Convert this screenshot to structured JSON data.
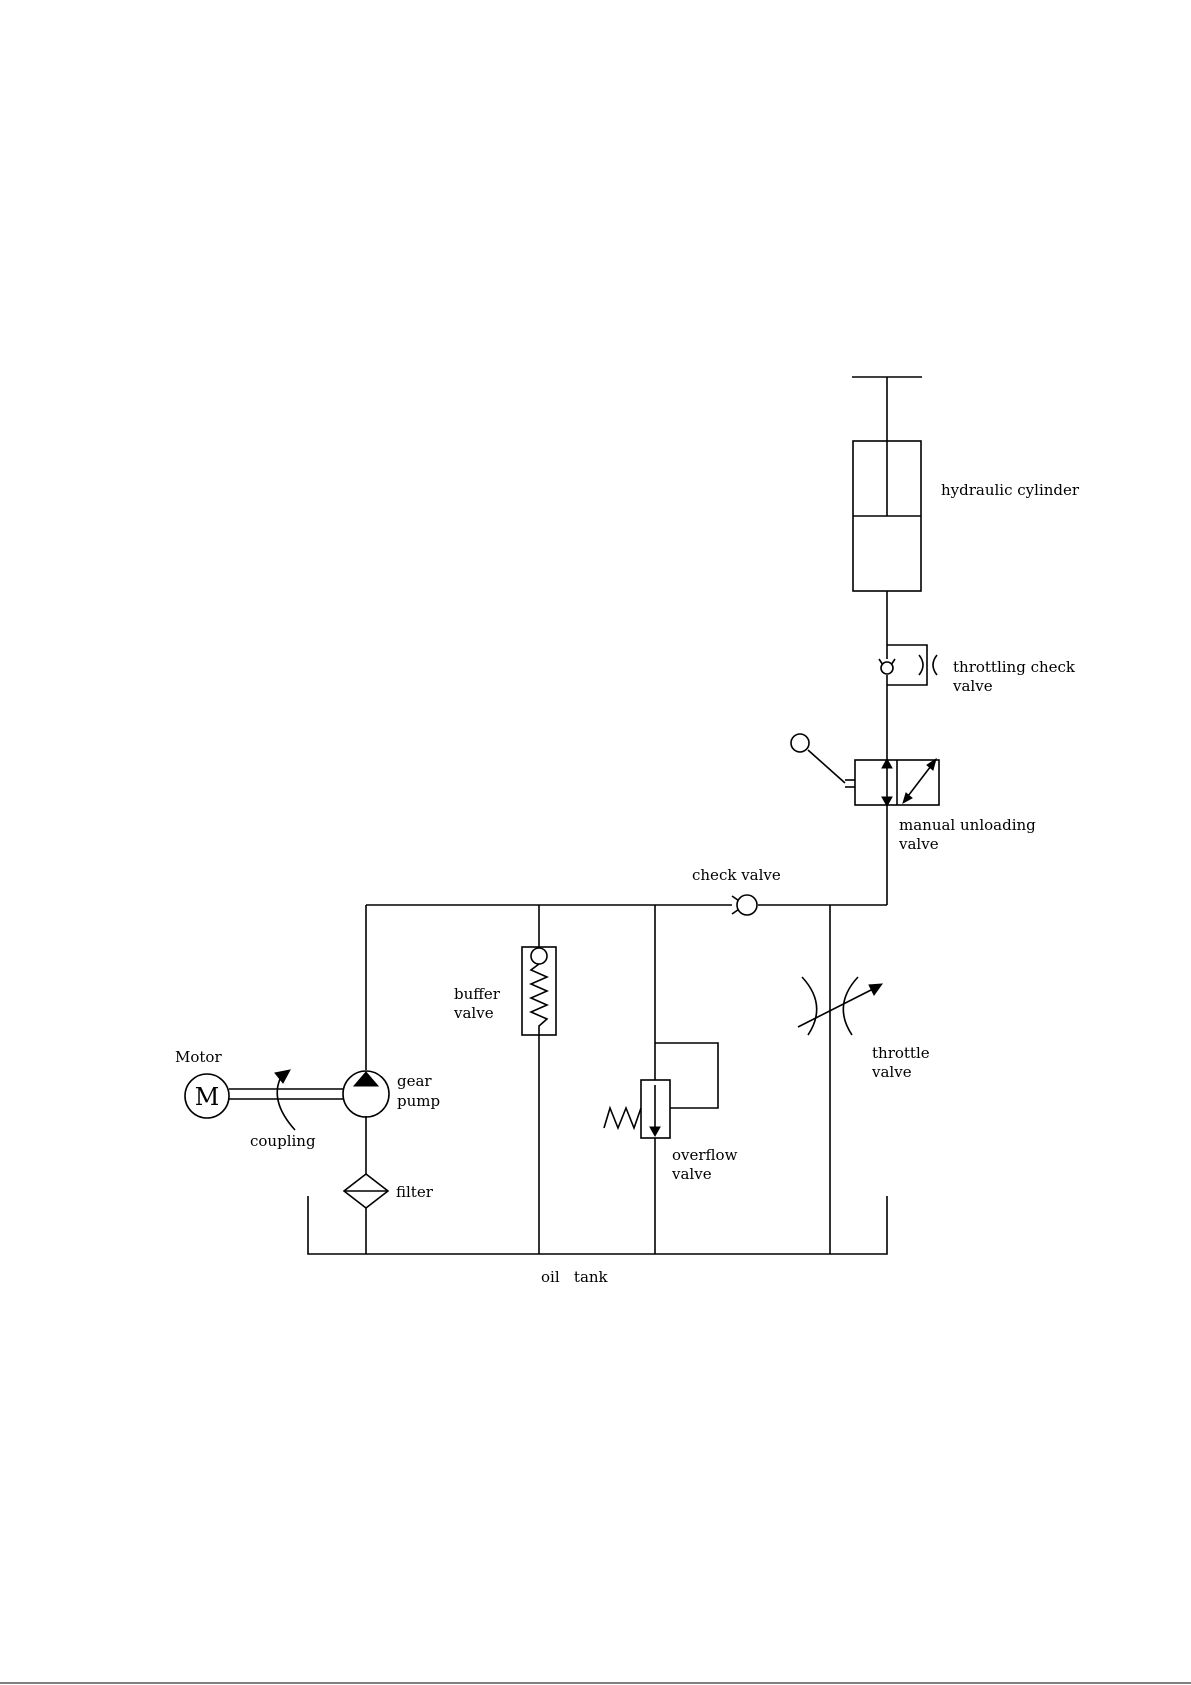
{
  "diagram": {
    "title": "",
    "labels": {
      "hydraulic_cylinder": "hydraulic cylinder",
      "throttling_check_valve_1": "throttling check",
      "throttling_check_valve_2": "valve",
      "manual_unloading_valve_1": "manual unloading",
      "manual_unloading_valve_2": "valve",
      "check_valve": "check valve",
      "buffer_valve_1": "buffer",
      "buffer_valve_2": "valve",
      "throttle_valve_1": "throttle",
      "throttle_valve_2": "valve",
      "motor": "Motor",
      "motor_symbol": "M",
      "gear_pump_1": "gear",
      "gear_pump_2": "pump",
      "coupling": "coupling",
      "overflow_valve_1": "overflow",
      "overflow_valve_2": "valve",
      "filter": "filter",
      "oil_tank": "oil   tank"
    }
  }
}
